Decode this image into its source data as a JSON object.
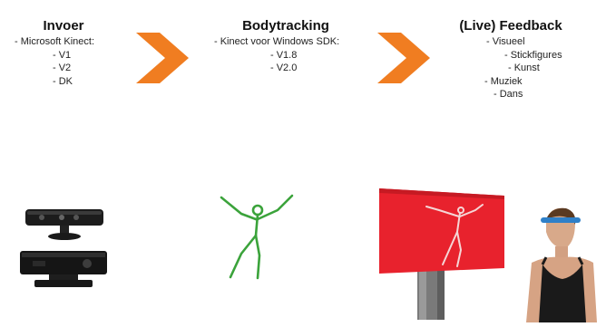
{
  "columns": [
    {
      "title": "Invoer",
      "lines": [
        "- Microsoft Kinect:",
        "- V1",
        "- V2",
        "- DK"
      ]
    },
    {
      "title": "Bodytracking",
      "lines": [
        "- Kinect voor Windows SDK:",
        "- V1.8",
        "- V2.0"
      ]
    },
    {
      "title": "(Live) Feedback",
      "lines": [
        "- Visueel",
        "- Stickfigures",
        "- Kunst",
        "- Muziek",
        "- Dans"
      ]
    }
  ],
  "colors": {
    "arrow": "#f07d21",
    "stickfigure": "#3ba33b",
    "billboard": "#e8222d",
    "kinect": "#1a1a1a"
  },
  "icons": [
    "chevron-arrow-icon",
    "kinect-v1-sensor",
    "kinect-v2-sensor",
    "stick-figure-drawing",
    "billboard-display",
    "dancer-with-headset-photo"
  ]
}
